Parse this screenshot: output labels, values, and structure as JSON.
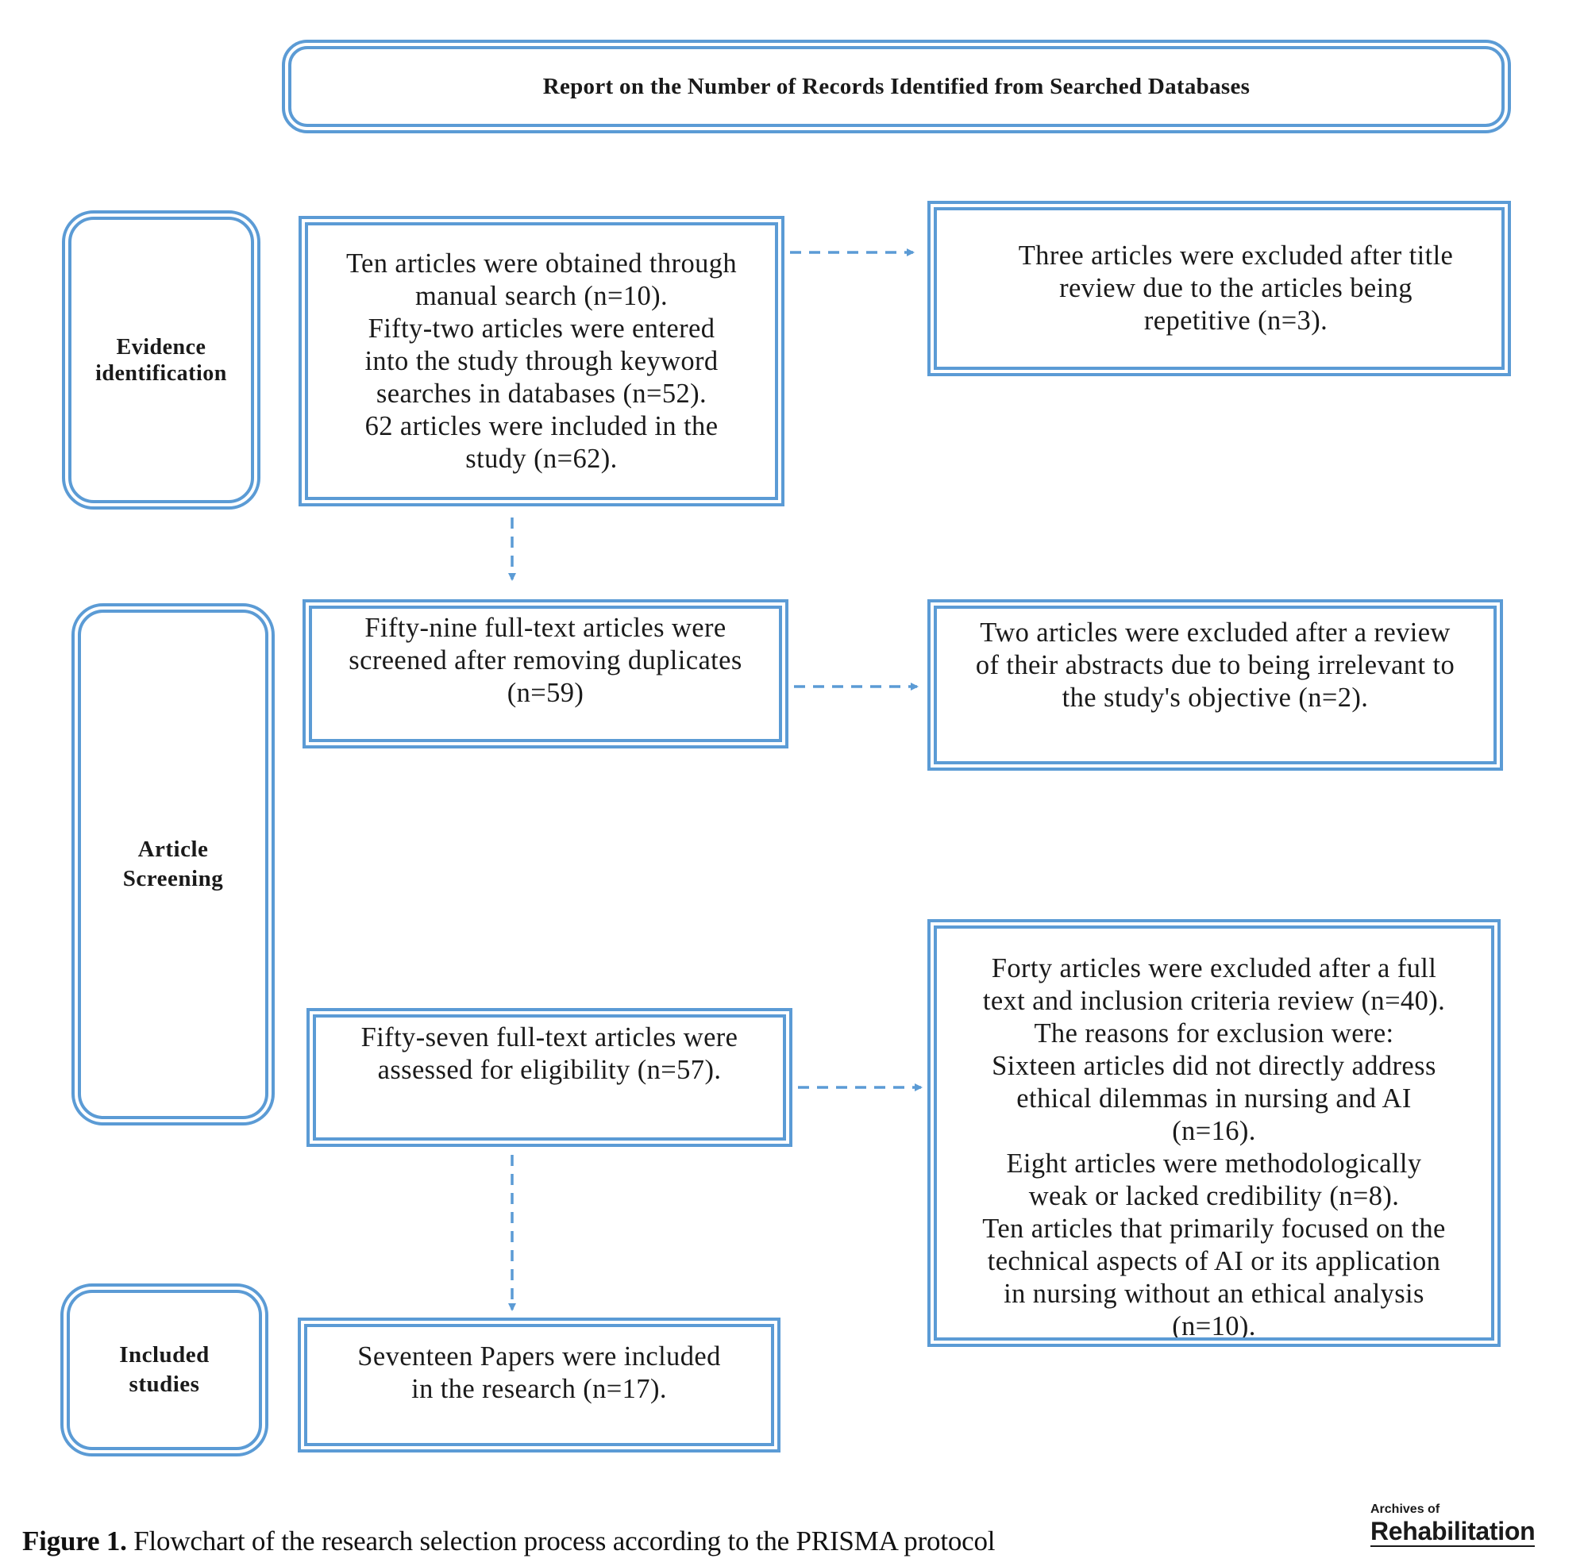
{
  "header": {
    "title": "Report on the Number of Records Identified from Searched Databases"
  },
  "stages": {
    "identification": "Evidence\nidentification",
    "screening": "Article\nScreening",
    "included": "Included\nstudies"
  },
  "flow": {
    "identified": "Ten articles were obtained through\nmanual search (n=10).\nFifty-two articles were entered\ninto the study through keyword\nsearches in databases (n=52).\n62 articles were included in the\nstudy (n=62).",
    "excluded_title": "Three articles were excluded after title\nreview due to the articles being\nrepetitive (n=3).",
    "screened": "Fifty-nine full-text articles were\nscreened after removing duplicates\n(n=59)",
    "excluded_abstract": "Two articles were excluded after a review\nof their abstracts due to being irrelevant to\nthe study's objective (n=2).",
    "eligibility": "Fifty-seven full-text articles were\nassessed for eligibility (n=57).",
    "excluded_fulltext": "Forty articles were excluded after a full\ntext and inclusion criteria review (n=40).\nThe reasons for exclusion were:\nSixteen articles did not directly address\nethical dilemmas in nursing and AI\n(n=16).\nEight articles were methodologically\nweak or lacked credibility (n=8).\nTen articles that primarily focused on the\ntechnical aspects of AI or its application\nin nursing without an ethical analysis\n(n=10).",
    "included": "Seventeen Papers were included\nin the research (n=17)."
  },
  "caption": {
    "label": "Figure 1.",
    "text": " Flowchart of the research selection process according to the PRISMA protocol"
  },
  "logo": {
    "line1": "Archives of",
    "line2": "Rehabilitation"
  },
  "colors": {
    "box_border": "#5b9bd5",
    "arrow": "#5b9bd5"
  }
}
